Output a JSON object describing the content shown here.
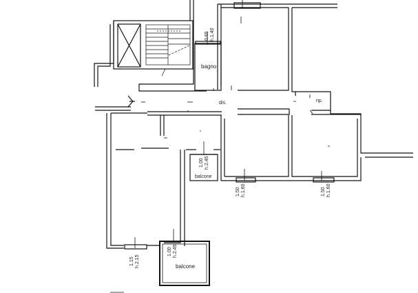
{
  "rooms": {
    "bathroom": "bagno",
    "corridor": "dis.",
    "storage": "rip.",
    "balcony_small": "balcone",
    "balcony_large": "balcone"
  },
  "window_dims": {
    "bathroom_width": "0.65",
    "bathroom_height": "h.1.40",
    "balcony_small_width": "1.00",
    "balcony_small_height": "h.2.45",
    "bedroom_middle_width": "1.50",
    "bedroom_middle_height": "h.1.60",
    "bedroom_right_width": "1.50",
    "bedroom_right_height": "h.1.60",
    "living_width": "1.15",
    "living_height": "h.2.15",
    "balcony_large_width": "1.00",
    "balcony_large_height": "h.2.45"
  }
}
